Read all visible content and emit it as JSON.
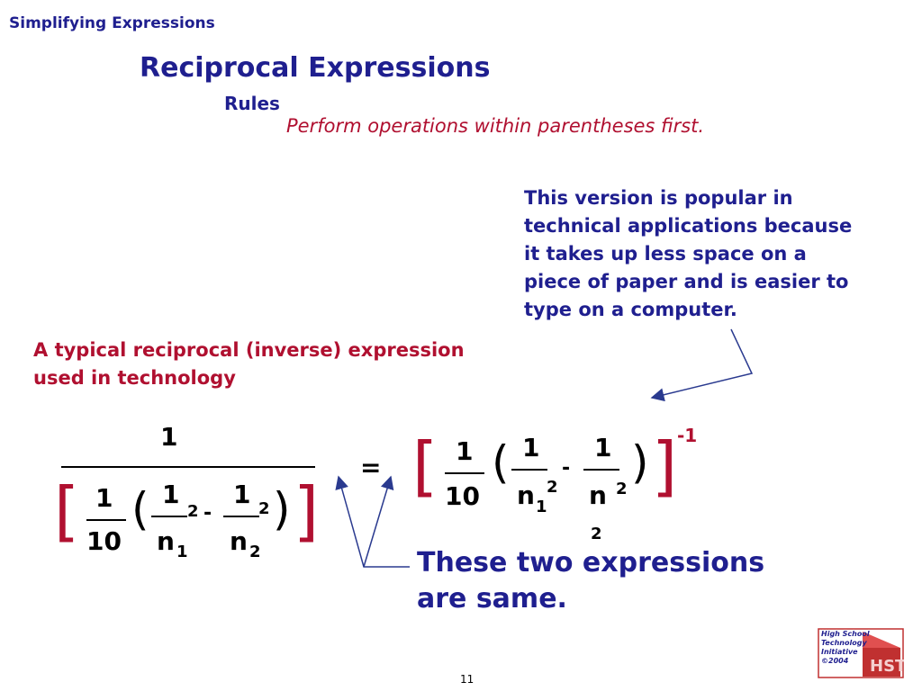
{
  "header": {
    "section_title": "Simplifying Expressions"
  },
  "title": "Reciprocal Expressions",
  "subtitle": "Rules",
  "rule_text": "Perform operations within parentheses first.",
  "callout_right": {
    "lines": [
      "This version is popular in",
      "technical applications because",
      "it takes up less space on a",
      "piece of paper and is easier to",
      "type on a computer."
    ]
  },
  "callout_left": {
    "lines": [
      "A typical reciprocal (inverse) expression",
      "used in technology"
    ]
  },
  "conclusion": {
    "lines": [
      "These two expressions",
      "are same."
    ]
  },
  "expr_left": {
    "numerator": "1",
    "bracket_open": "[",
    "bracket_close": "]",
    "frac1": {
      "num": "1",
      "den": "10"
    },
    "paren_open": "(",
    "paren_close": ")",
    "frac2": {
      "num": "1",
      "den": "n",
      "sub": "1",
      "sup": "2"
    },
    "minus": "-",
    "frac3": {
      "num": "1",
      "den": "n",
      "sub": "2",
      "sup": "2"
    }
  },
  "equals": "=",
  "expr_right": {
    "bracket_open": "[",
    "bracket_close": "]",
    "exponent": "-1",
    "frac1": {
      "num": "1",
      "den": "10"
    },
    "paren_open": "(",
    "paren_close": ")",
    "frac2": {
      "num": "1",
      "den": "n",
      "sub": "1",
      "sup": "2"
    },
    "minus": "-",
    "frac3": {
      "num": "1",
      "den": "n",
      "sup": "2",
      "sub": "2"
    }
  },
  "logo": {
    "text_lines": [
      "High School",
      "Technology",
      "Initiative",
      "©2004"
    ],
    "letters": "HSTi"
  },
  "page_number": "11",
  "colors": {
    "navy": "#1f1f8f",
    "maroon": "#b01030",
    "arrow": "#2a3a8f"
  }
}
